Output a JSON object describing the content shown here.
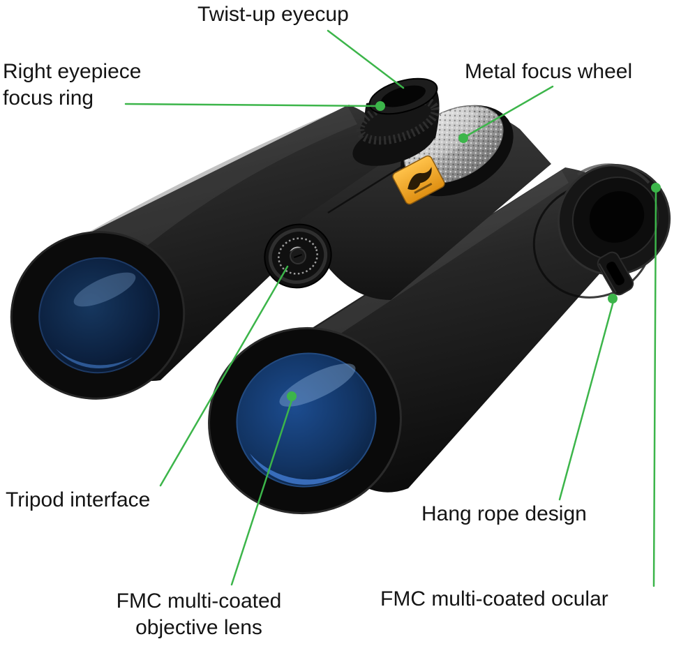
{
  "figure": {
    "colors": {
      "background": "#ffffff",
      "callout_green": "#3cb54a",
      "badge_orange": "#f2a51f",
      "lens_blue": "#1e4f9c",
      "body_dark": "#1c1c1c",
      "wheel_silver": "#c9c9c9"
    },
    "labels": {
      "twist_up_eyecup": "Twist-up eyecup",
      "right_eyepiece": [
        "Right eyepiece",
        "focus ring"
      ],
      "metal_focus_wheel": "Metal focus wheel",
      "tripod_interface": "Tripod interface",
      "hang_rope_design": "Hang rope design",
      "fmc_objective": [
        "FMC multi-coated",
        "objective lens"
      ],
      "fmc_ocular": "FMC multi-coated ocular"
    }
  }
}
